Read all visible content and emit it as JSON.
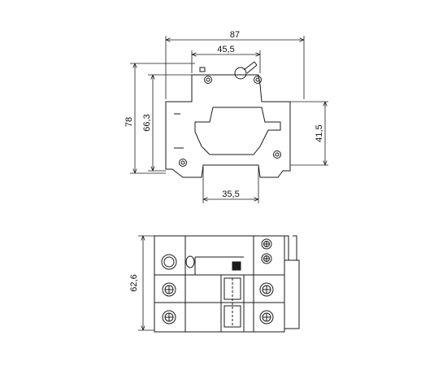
{
  "drawing": {
    "line_color": "#1a1a1a",
    "background": "#ffffff",
    "side_view": {
      "dimensions": {
        "total_width": "87",
        "upper_width": "45,5",
        "lower_width": "35,5",
        "total_height": "78",
        "body_height": "66,3",
        "rail_height": "41,5"
      }
    },
    "front_view": {
      "dimensions": {
        "height": "62,6"
      },
      "icons": [
        "terminal-screw-icon",
        "test-button-icon",
        "status-indicator-icon"
      ]
    }
  }
}
